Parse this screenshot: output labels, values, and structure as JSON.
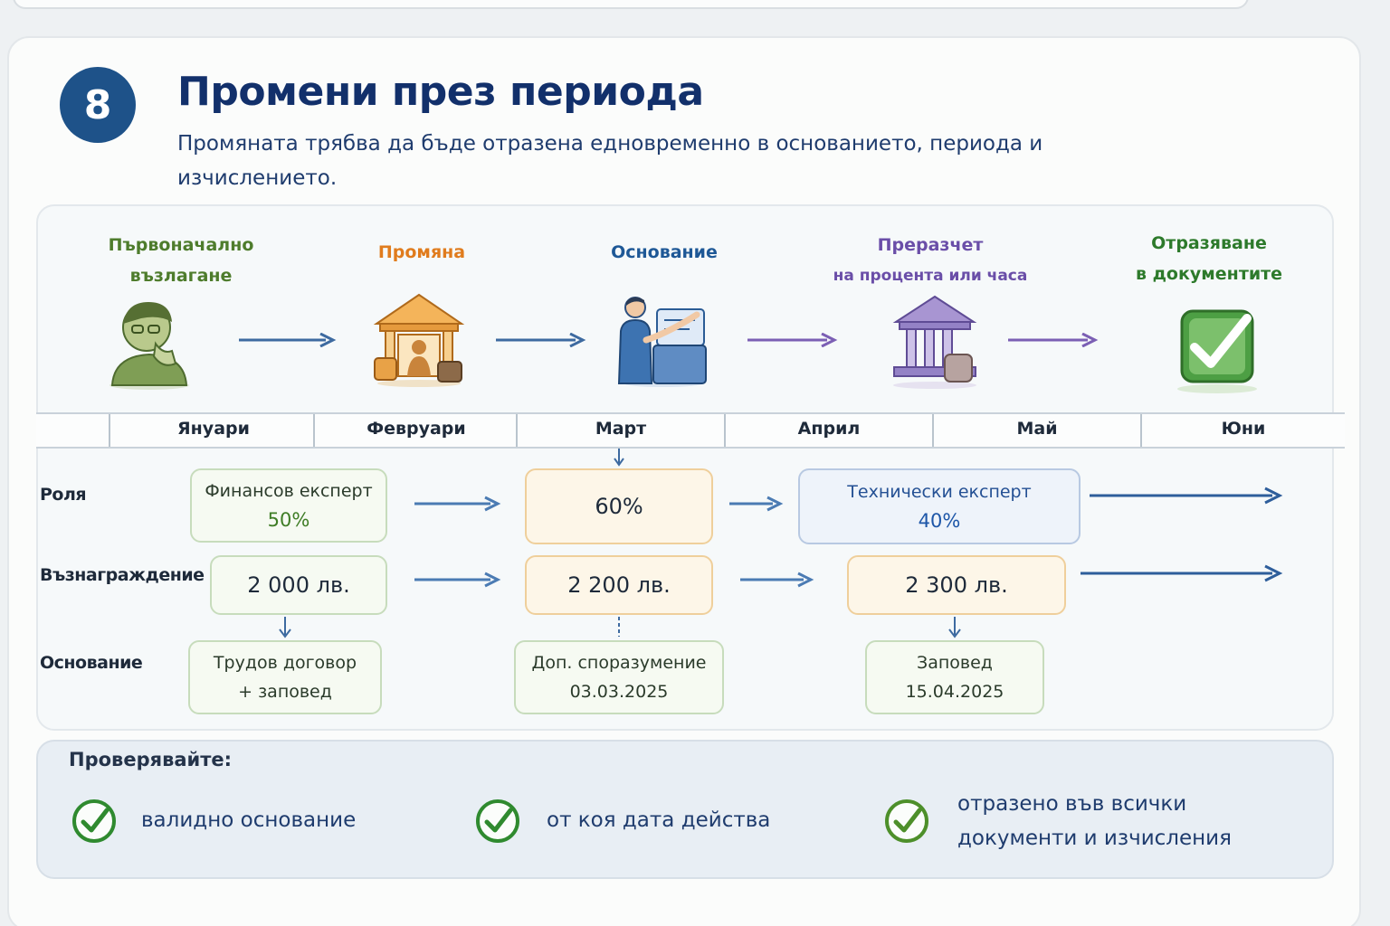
{
  "header": {
    "number": "8",
    "title": "Промени през периода",
    "subtitle": "Промяната трябва да бъде отразена едновременно в основанието, периода и изчислението."
  },
  "stages": [
    {
      "line1": "Първоначално",
      "line2": "възлагане",
      "color": "#4e7c2c",
      "icon": "person-icon"
    },
    {
      "line1": "Промяна",
      "line2": "",
      "color": "#e07c1d",
      "icon": "building-icon"
    },
    {
      "line1": "Основание",
      "line2": "",
      "color": "#1e5896",
      "icon": "document-worker-icon"
    },
    {
      "line1": "Преразчет",
      "line2": "на процента или часа",
      "color": "#6a4ea8",
      "icon": "institution-icon"
    },
    {
      "line1": "Отразяване",
      "line2": "в документите",
      "color": "#2d7a2b",
      "icon": "checkbox-icon"
    }
  ],
  "months": [
    "Януари",
    "Февруари",
    "Март",
    "Април",
    "Май",
    "Юни"
  ],
  "rows": {
    "role": {
      "label": "Роля",
      "items": [
        {
          "title": "Финансов експерт",
          "value": "50%"
        },
        {
          "title": "",
          "value": "60%"
        },
        {
          "title": "Технически експерт",
          "value": "40%"
        }
      ]
    },
    "pay": {
      "label": "Възнаграждение",
      "items": [
        "2 000 лв.",
        "2 200 лв.",
        "2 300 лв."
      ]
    },
    "basis": {
      "label": "Основание",
      "items": [
        {
          "line1": "Трудов договор",
          "line2": "+ заповед"
        },
        {
          "line1": "Доп. споразумение",
          "line2": "03.03.2025"
        },
        {
          "line1": "Заповед",
          "line2": "15.04.2025"
        }
      ]
    }
  },
  "checks": {
    "title": "Проверявайте:",
    "items": [
      {
        "text": "валидно основание"
      },
      {
        "text": "от коя дата действа"
      },
      {
        "text": "отразено във всички документи и изчисления"
      }
    ]
  },
  "colors": {
    "navy": "#12306b",
    "arrow_blue": "#3d6aa0",
    "arrow_purple": "#7b5fb4",
    "check_green": "#2f8a2f"
  }
}
